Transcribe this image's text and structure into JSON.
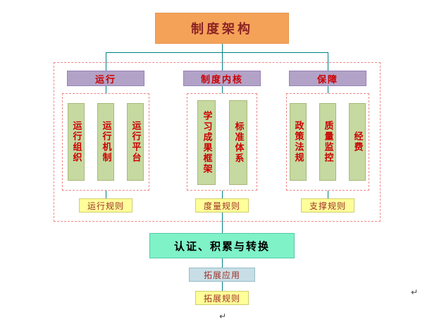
{
  "root": {
    "label": "制度架构"
  },
  "branches": [
    {
      "header": "运行",
      "items": [
        "运行组织",
        "运行机制",
        "运行平台"
      ],
      "rule": "运行规则"
    },
    {
      "header": "制度内核",
      "items": [
        "学习成果框架",
        "标准体系"
      ],
      "rule": "度量规则"
    },
    {
      "header": "保障",
      "items": [
        "政策法规",
        "质量监控",
        "经费"
      ],
      "rule": "支撑规则"
    }
  ],
  "bottom": {
    "certification": "认证、积累与转换",
    "extension_app": "拓展应用",
    "extension_rule": "拓展规则"
  },
  "marks": {
    "return_mark_right": "↵",
    "return_mark_bottom": "↵"
  },
  "colors": {
    "root_fill": "#F5A259",
    "header_fill": "#B3A2C7",
    "item_fill": "#C6D9A0",
    "rule_fill": "#FFFF99",
    "certification_fill": "#7FF2C8",
    "extension_app_fill": "#C8DEE6",
    "connector_line": "#008080",
    "dashed_border": "#EE8888",
    "accent_text_red": "#CC0000",
    "root_text": "#8B2323"
  }
}
